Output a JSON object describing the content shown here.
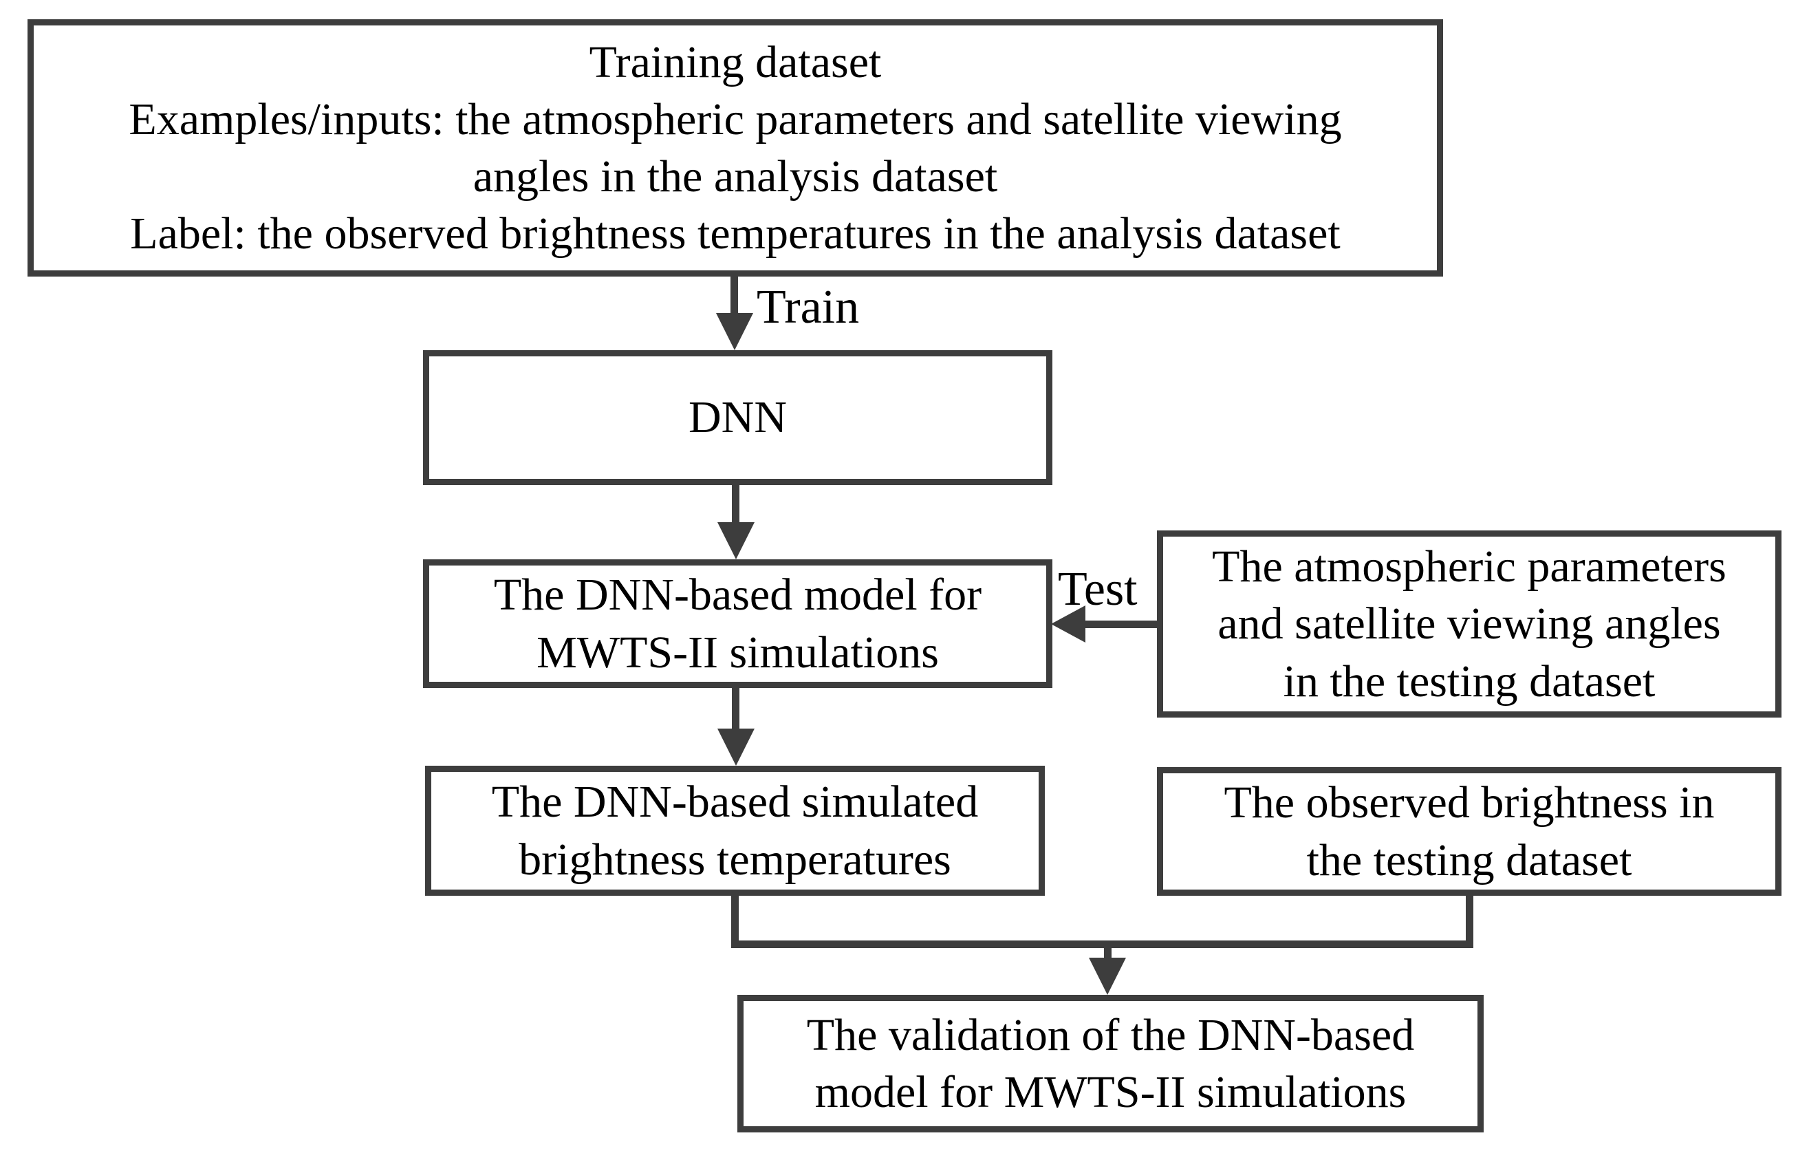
{
  "colors": {
    "line": "#3d3d3d",
    "text": "#000000",
    "background": "#ffffff"
  },
  "nodes": {
    "training": {
      "lines": [
        "Training dataset",
        "Examples/inputs: the atmospheric parameters and satellite viewing",
        "angles in the analysis dataset",
        "Label: the observed brightness temperatures in the analysis dataset"
      ]
    },
    "dnn": {
      "lines": [
        "DNN"
      ]
    },
    "model": {
      "lines": [
        "The DNN-based model for",
        "MWTS-II simulations"
      ]
    },
    "test_inputs": {
      "lines": [
        "The atmospheric parameters",
        "and satellite viewing angles",
        "in the testing dataset"
      ]
    },
    "simulated": {
      "lines": [
        "The DNN-based simulated",
        "brightness temperatures"
      ]
    },
    "observed": {
      "lines": [
        "The observed brightness in",
        "the testing dataset"
      ]
    },
    "validation": {
      "lines": [
        "The validation of the DNN-based",
        "model for MWTS-II simulations"
      ]
    }
  },
  "edge_labels": {
    "train": "Train",
    "test": "Test"
  }
}
